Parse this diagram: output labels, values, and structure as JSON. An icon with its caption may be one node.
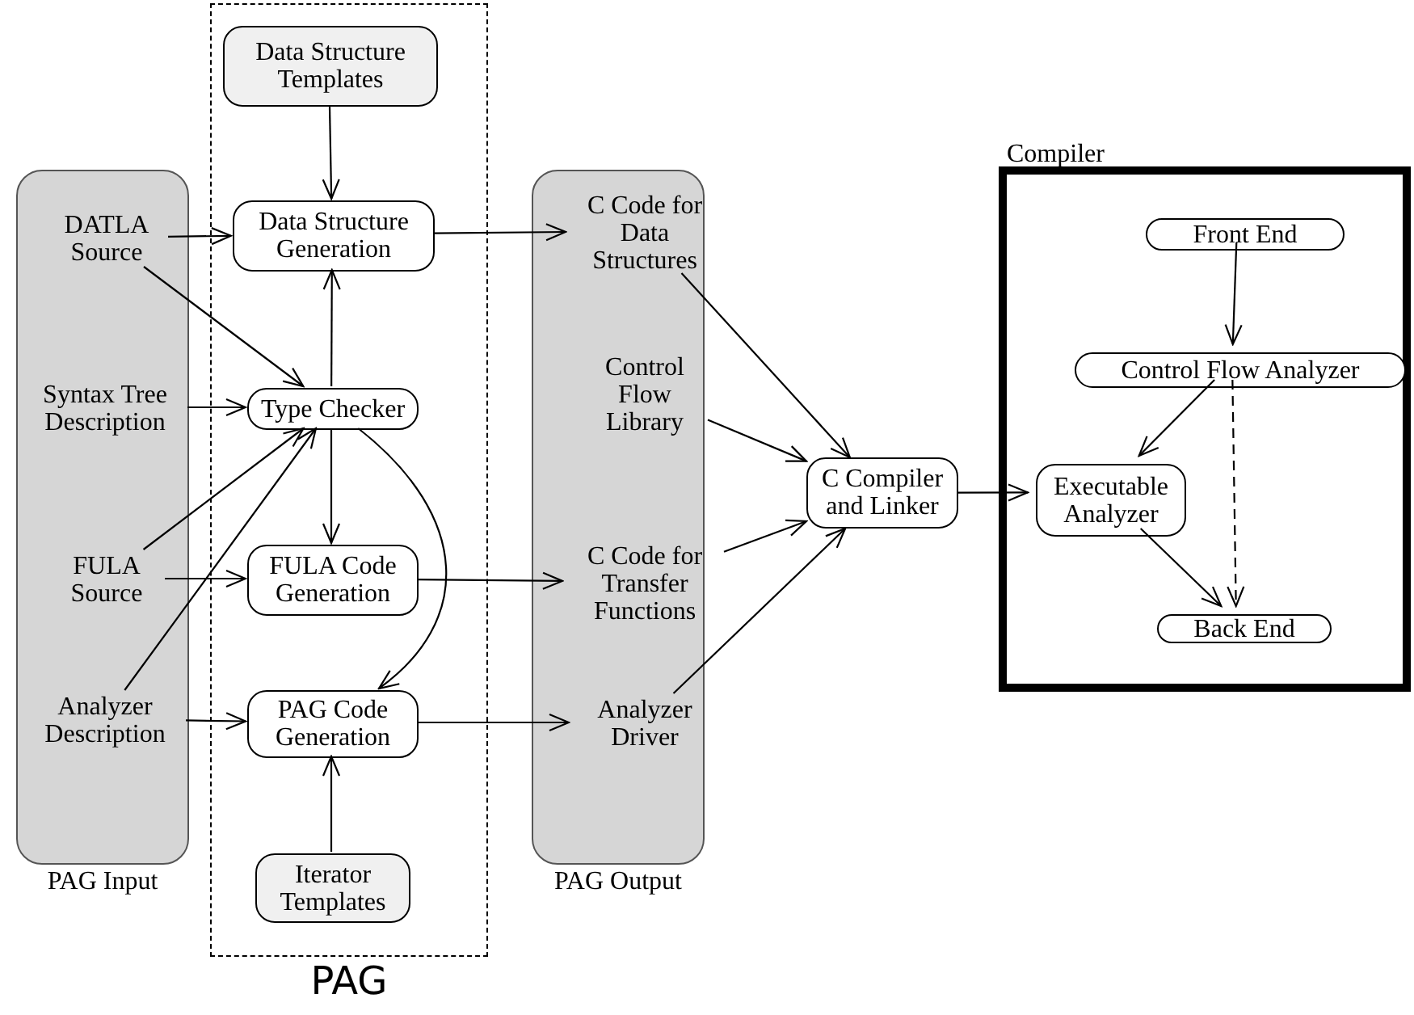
{
  "diagram": {
    "nodes": [
      {
        "text": [
          "PAG Input"
        ]
      },
      {
        "text": [
          "DATLA Source"
        ],
        "in": 0
      },
      {
        "text": [
          "Syntax Tree Description"
        ],
        "in": 0
      },
      {
        "text": [
          "FULA Source"
        ],
        "in": 0
      },
      {
        "text": [
          "Analyzer Description"
        ],
        "in": 0
      },
      {
        "text": [
          "PAG"
        ]
      },
      {
        "text": [
          "Data Structure Templates"
        ],
        "in": 5
      },
      {
        "text": [
          "Data Structure Generation"
        ],
        "in": 5
      },
      {
        "text": [
          "Type Checker"
        ],
        "in": 5
      },
      {
        "text": [
          "FULA Code Generation"
        ],
        "in": 5
      },
      {
        "text": [
          "PAG Code Generation"
        ],
        "in": 5
      },
      {
        "text": [
          "Iterator Templates"
        ],
        "in": 5
      },
      {
        "text": [
          "PAG Output"
        ]
      },
      {
        "text": [
          "C Code for Data Structures"
        ],
        "in": 12
      },
      {
        "text": [
          "Control Flow Library"
        ],
        "in": 12
      },
      {
        "text": [
          "C Code for Transfer Functions"
        ],
        "in": 12
      },
      {
        "text": [
          "Analyzer Driver"
        ],
        "in": 12
      },
      {
        "text": [
          "C Compiler and Linker"
        ]
      },
      {
        "text": [
          "Compiler"
        ]
      },
      {
        "text": [
          "Front End"
        ],
        "in": 18
      },
      {
        "text": [
          "Control Flow Analyzer"
        ],
        "in": 18
      },
      {
        "text": [
          "Executable Analyzer"
        ],
        "in": 18
      },
      {
        "text": [
          "Back End"
        ],
        "in": 18
      }
    ],
    "edges": [
      {
        "from": 6,
        "to": 7,
        "arrow": "to"
      },
      {
        "from": 1,
        "to": 7,
        "arrow": "to"
      },
      {
        "from": 1,
        "to": 8,
        "arrow": "to"
      },
      {
        "from": 2,
        "to": 8,
        "arrow": "to"
      },
      {
        "from": 3,
        "to": 8,
        "arrow": "to"
      },
      {
        "from": 4,
        "to": 8,
        "arrow": "to"
      },
      {
        "from": 8,
        "to": 7,
        "arrow": "to"
      },
      {
        "from": 8,
        "to": 9,
        "arrow": "to"
      },
      {
        "from": 8,
        "to": 10,
        "arrow": "to"
      },
      {
        "from": 3,
        "to": 9,
        "arrow": "to"
      },
      {
        "from": 4,
        "to": 10,
        "arrow": "to"
      },
      {
        "from": 11,
        "to": 10,
        "arrow": "to"
      },
      {
        "from": 7,
        "to": 13,
        "arrow": "to"
      },
      {
        "from": 9,
        "to": 15,
        "arrow": "to"
      },
      {
        "from": 10,
        "to": 16,
        "arrow": "to"
      },
      {
        "from": 13,
        "to": 17,
        "arrow": "to"
      },
      {
        "from": 14,
        "to": 17,
        "arrow": "to"
      },
      {
        "from": 15,
        "to": 17,
        "arrow": "to"
      },
      {
        "from": 16,
        "to": 17,
        "arrow": "to"
      },
      {
        "from": 17,
        "to": 21,
        "arrow": "to"
      },
      {
        "from": 19,
        "to": 20,
        "arrow": "to"
      },
      {
        "from": 20,
        "to": 21,
        "arrow": "to"
      },
      {
        "from": 20,
        "to": 22,
        "arrow": "to",
        "style": "dashed"
      },
      {
        "from": 21,
        "to": 22,
        "arrow": "to"
      }
    ]
  }
}
